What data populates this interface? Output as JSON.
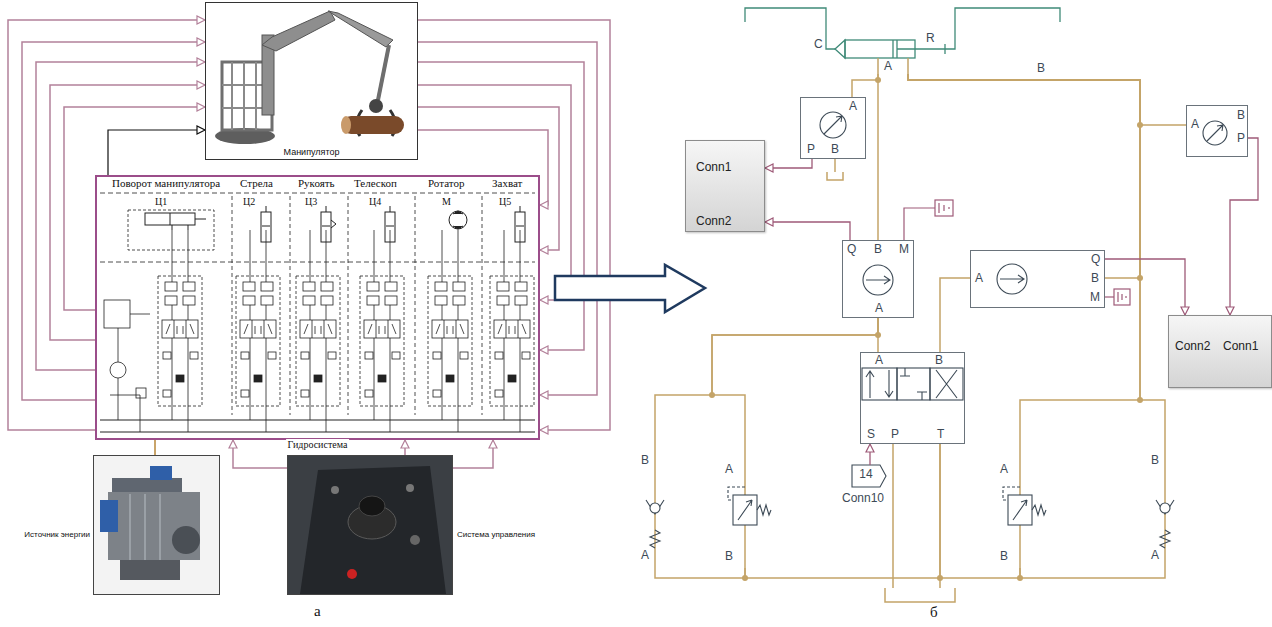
{
  "diagram": {
    "nodes": [
      {
        "text": [
          "Манипулятор"
        ]
      },
      {
        "text": [
          "Гидросистема"
        ]
      },
      {
        "text": [
          "Источник энергии"
        ]
      },
      {
        "text": [
          "Система управления"
        ]
      },
      {
        "text": [
          "C",
          "R",
          "A",
          "B"
        ]
      },
      {
        "text": [
          "A",
          "P",
          "B"
        ]
      },
      {
        "text": [
          "Conn1",
          "Conn2"
        ]
      },
      {
        "text": [
          "Q",
          "B",
          "M",
          "A"
        ]
      },
      {
        "text": [
          "A",
          "Q",
          "B",
          "M"
        ]
      },
      {
        "text": [
          "A",
          "B",
          "P"
        ]
      },
      {
        "text": [
          "Conn2",
          "Conn1"
        ]
      },
      {
        "text": [
          "A",
          "B",
          "S",
          "P",
          "T"
        ]
      },
      {
        "text": [
          "14",
          "Conn10"
        ]
      },
      {
        "text": [
          "B",
          "A"
        ]
      },
      {
        "text": [
          "A",
          "B"
        ]
      },
      {
        "text": [
          "A",
          "B"
        ]
      },
      {
        "text": [
          "B",
          "A"
        ]
      }
    ],
    "edges": [
      {
        "from": 1,
        "to": 0,
        "arrow": "to"
      },
      {
        "from": 1,
        "to": 0,
        "arrow": "to"
      },
      {
        "from": 1,
        "to": 0,
        "arrow": "to"
      },
      {
        "from": 1,
        "to": 0,
        "arrow": "to"
      },
      {
        "from": 1,
        "to": 0,
        "arrow": "to"
      },
      {
        "from": 1,
        "to": 0,
        "arrow": "to"
      },
      {
        "from": 0,
        "to": 1,
        "arrow": "to"
      },
      {
        "from": 0,
        "to": 1,
        "arrow": "to"
      },
      {
        "from": 0,
        "to": 1,
        "arrow": "to"
      },
      {
        "from": 0,
        "to": 1,
        "arrow": "to"
      },
      {
        "from": 0,
        "to": 1,
        "arrow": "to"
      },
      {
        "from": 0,
        "to": 1,
        "arrow": "to"
      },
      {
        "from": 2,
        "to": 1,
        "arrow": "none"
      },
      {
        "from": 3,
        "to": 1,
        "arrow": "to"
      },
      {
        "from": 3,
        "to": 1,
        "arrow": "to"
      },
      {
        "from": 3,
        "to": 1,
        "arrow": "to"
      },
      {
        "from": 4,
        "to": 5,
        "arrow": "none"
      },
      {
        "from": 4,
        "to": 7,
        "arrow": "none"
      },
      {
        "from": 4,
        "to": 9,
        "arrow": "none"
      },
      {
        "from": 4,
        "to": 8,
        "arrow": "none"
      },
      {
        "from": 4,
        "to": 15,
        "arrow": "none"
      },
      {
        "from": 4,
        "to": 16,
        "arrow": "none"
      },
      {
        "from": 7,
        "to": 11,
        "arrow": "none"
      },
      {
        "from": 7,
        "to": 14,
        "arrow": "none"
      },
      {
        "from": 7,
        "to": 13,
        "arrow": "none"
      },
      {
        "from": 8,
        "to": 11,
        "arrow": "none"
      },
      {
        "from": 5,
        "to": 6,
        "arrow": "to"
      },
      {
        "from": 7,
        "to": 6,
        "arrow": "to"
      },
      {
        "from": 8,
        "to": 10,
        "arrow": "to"
      },
      {
        "from": 9,
        "to": 10,
        "arrow": "to"
      },
      {
        "from": 12,
        "to": 11,
        "arrow": "to"
      },
      {
        "from": 13,
        "to": 14,
        "arrow": "none"
      },
      {
        "from": 14,
        "to": 11,
        "arrow": "none"
      },
      {
        "from": 15,
        "to": 11,
        "arrow": "none"
      },
      {
        "from": 16,
        "to": 15,
        "arrow": "none"
      }
    ],
    "labels": [
      "Поворот манипулятора",
      "Стрела",
      "Рукоять",
      "Телескоп",
      "Ротатор",
      "Захват",
      "Ц1",
      "Ц2",
      "Ц3",
      "Ц4",
      "М",
      "Ц5",
      "а",
      "б"
    ]
  }
}
